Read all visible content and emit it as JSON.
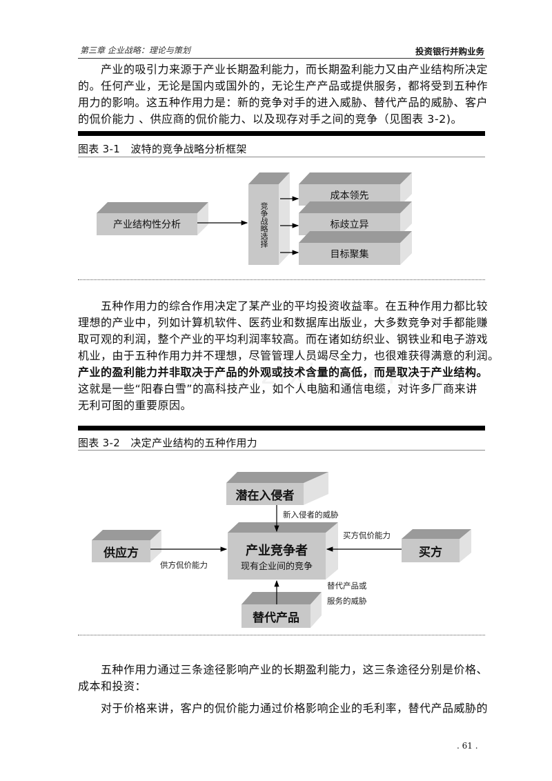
{
  "header": {
    "chapter": "第三章 企业战略：理论与策划",
    "book": "投资银行并购业务"
  },
  "paragraph1": [
    "　　产业的吸引力来源于产业长期盈利能力，而长期盈利能力又由产业结构所决定",
    "的。任何产业，无论是国内或国外的，无论生产产品或提供服务，都将受到五种作",
    "用力的影响。这五种作用力是：新的竞争对手的进入威胁、替代产品的威胁、客户",
    "的侃价能力 、供应商的侃价能力、以及现存对手之间的竞争（见图表 3-2)。"
  ],
  "figure1": {
    "caption": "图表 3-1　波特的竞争战略分析框架",
    "input_box": "产业结构性分析",
    "choice_box": "竞争战略选择",
    "strategies": [
      "成本领先",
      "标歧立异",
      "目标聚集"
    ]
  },
  "paragraph2": [
    "　　五种作用力的综合作用决定了某产业的平均投资收益率。在五种作用力都比较",
    "理想的产业中，列如计算机软件、医药业和数据库出版业，大多数竞争对手都能赚",
    "取可观的利润，整个产业的平均利润率较高。而在诸如纺织业、钢铁业和电子游戏",
    "机业，由于五种作用力并不理想，尽管管理人员竭尽全力，也很难获得满意的利润。"
  ],
  "paragraph2_bold": "产业的盈利能力并非取决于产品的外观或技术含量的高低，而是取决于产业结构。",
  "paragraph2_end": [
    "这就是一些“阳春白雪”的高科技产业，如个人电脑和通信电缆，对许多厂商来讲",
    "无利可图的重要原因。"
  ],
  "watermark": "www.zixin.com.cn",
  "figure2": {
    "caption": "图表 3-2　决定产业结构的五种作用力",
    "entrants": "潜在入侵者",
    "center_title": "产业竞争者",
    "center_subtitle": "现有企业间的竞争",
    "suppliers": "供应方",
    "buyers": "买方",
    "substitutes": "替代产品",
    "label_entrants": "新入侵者的威胁",
    "label_buyers": "买方侃价能力",
    "label_suppliers": "供方侃价能力",
    "label_substitutes_1": "替代产品或",
    "label_substitutes_2": "服务的威胁"
  },
  "paragraph3": [
    "　　五种作用力通过三条途径影响产业的长期盈利能力，这三条途径分别是价格、",
    "成本和投资："
  ],
  "paragraph4": [
    "　　对于价格来讲，客户的侃价能力通过价格影响企业的毛利率，替代产品威胁的"
  ],
  "page_number": ". 61 ."
}
